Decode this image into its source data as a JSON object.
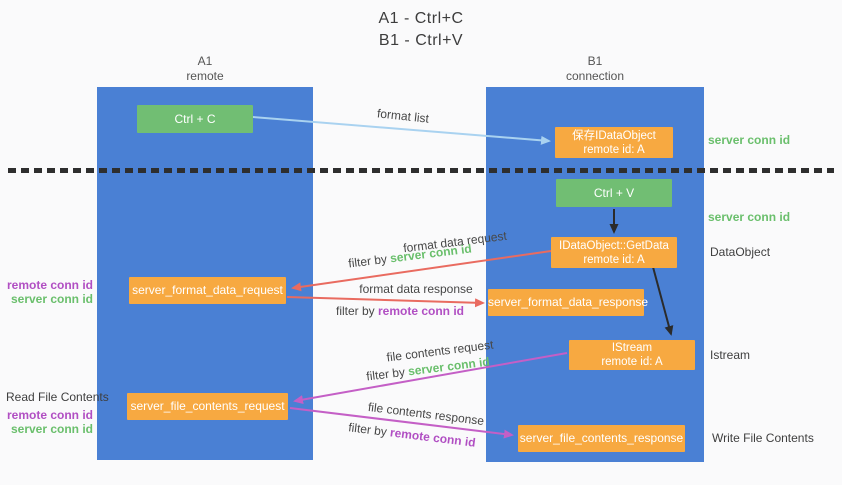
{
  "title": {
    "line1": "A1 - Ctrl+C",
    "line2": "B1 - Ctrl+V"
  },
  "lanes": {
    "a": {
      "id": "A1",
      "subtitle": "remote"
    },
    "b": {
      "id": "B1",
      "subtitle": "connection"
    }
  },
  "nodes": {
    "ctrl_c": "Ctrl + C",
    "ctrl_v": "Ctrl + V",
    "save_dataobject": {
      "line1": "保存IDataObject",
      "line2": "remote id: A"
    },
    "getdata": {
      "line1": "IDataObject::GetData",
      "line2": "remote id: A"
    },
    "istream": {
      "line1": "IStream",
      "line2": "remote id: A"
    },
    "format_request": "server_format_data_request",
    "format_response": "server_format_data_response",
    "file_request": "server_file_contents_request",
    "file_response": "server_file_contents_response"
  },
  "edge_labels": {
    "format_list": "format list",
    "format_data_request": "format data request",
    "format_data_response": "format data response",
    "file_contents_request": "file contents request",
    "file_contents_response": "file contents response",
    "filter_by": "filter by ",
    "server_conn_id": "server conn id",
    "remote_conn_id": "remote conn id"
  },
  "side_labels": {
    "server_conn_id_top": "server conn id",
    "server_conn_id_mid": "server conn id",
    "dataobject": "DataObject",
    "istream": "Istream",
    "write_file_contents": "Write File Contents",
    "read_file_contents": "Read File Contents",
    "remote_conn_id_1": "remote conn id",
    "server_conn_id_1": "server conn id",
    "remote_conn_id_2": "remote conn id",
    "server_conn_id_2": "server conn id"
  },
  "colors": {
    "lane_blue": "#4a80d4",
    "box_orange": "#f7a941",
    "box_green": "#71be73",
    "arrow_light_blue": "#a9d2f0",
    "arrow_red": "#e96b60",
    "arrow_magenta": "#c45fc6",
    "arrow_black": "#2b2b2b",
    "text_green": "#6abf6c",
    "text_purple": "#b14fc3"
  }
}
